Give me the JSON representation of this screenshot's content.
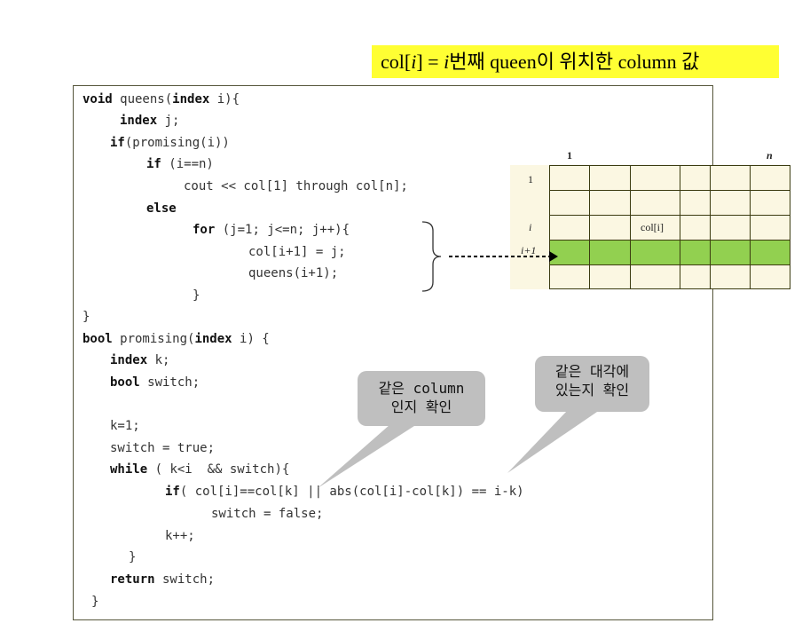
{
  "title": {
    "part1": "col[",
    "var_i": "i",
    "part2": "] = ",
    "var_i2": "i",
    "part3": "번째 queen이 위치한 column 값"
  },
  "code": {
    "l1_kw": "void",
    "l1_rest": " queens(",
    "l1_kw2": "index",
    "l1_rest2": " i){",
    "l2_kw": "index",
    "l2_rest": " j;",
    "l3_kw": "if",
    "l3_rest": "(promising(i))",
    "l4_kw": "if",
    "l4_rest": " (i==n)",
    "l5": "cout << col[1] through col[n];",
    "l6_kw": "else",
    "l7_kw": "for",
    "l7_rest": " (j=1; j<=n; j++){",
    "l8": "col[i+1] = j;",
    "l9": "queens(i+1);",
    "l10": "}",
    "l11": "}",
    "l12_kw": "bool",
    "l12_rest": " promising(",
    "l12_kw2": "index",
    "l12_rest2": " i) {",
    "l13_kw": "index",
    "l13_rest": " k;",
    "l14_kw": "bool",
    "l14_rest": " switch;",
    "l15": "k=1;",
    "l16": "switch = true;",
    "l17_kw": "while",
    "l17_rest": " ( k<i  && switch){",
    "l18_kw": "if",
    "l18_rest": "( col[i]==col[k] || abs(col[i]-col[k]) == i-k)",
    "l19": "switch = false;",
    "l20": "k++;",
    "l21": "}",
    "l22_kw": "return",
    "l22_rest": " switch;",
    "l23": "}"
  },
  "grid": {
    "col_first": "1",
    "col_last": "n",
    "row_first": "1",
    "row_i": "i",
    "row_i1": "i+1",
    "cell_label": "col[i]",
    "highlight_color": "#92d050"
  },
  "bubbles": {
    "column": [
      "같은 column",
      "인지 확인"
    ],
    "diagonal": [
      "같은 대각에",
      "있는지 확인"
    ]
  }
}
